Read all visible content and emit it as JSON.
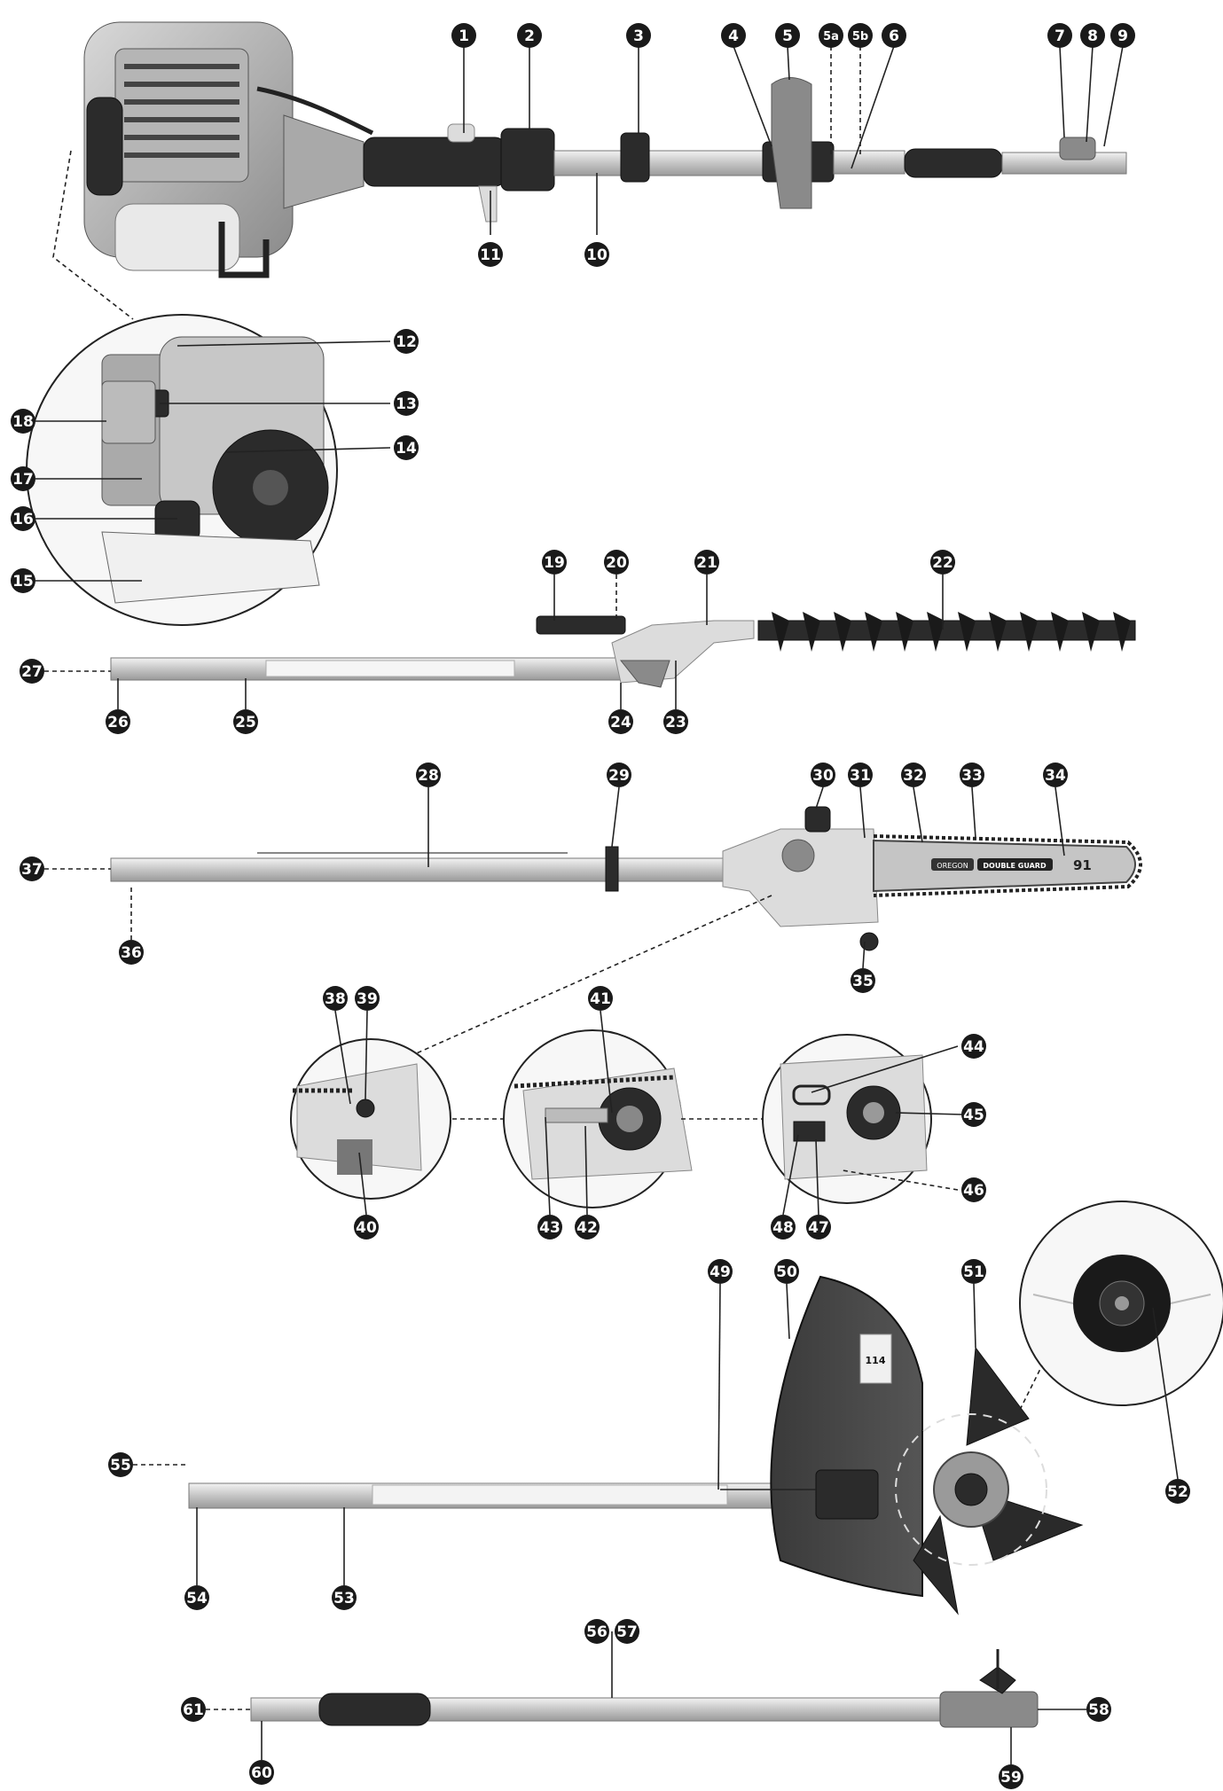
{
  "callouts": [
    {
      "id": "1"
    },
    {
      "id": "2"
    },
    {
      "id": "3"
    },
    {
      "id": "4"
    },
    {
      "id": "5"
    },
    {
      "id": "5a"
    },
    {
      "id": "5b"
    },
    {
      "id": "6"
    },
    {
      "id": "7"
    },
    {
      "id": "8"
    },
    {
      "id": "9"
    },
    {
      "id": "10"
    },
    {
      "id": "11"
    },
    {
      "id": "12"
    },
    {
      "id": "13"
    },
    {
      "id": "14"
    },
    {
      "id": "15"
    },
    {
      "id": "16"
    },
    {
      "id": "17"
    },
    {
      "id": "18"
    },
    {
      "id": "19"
    },
    {
      "id": "20"
    },
    {
      "id": "21"
    },
    {
      "id": "22"
    },
    {
      "id": "23"
    },
    {
      "id": "24"
    },
    {
      "id": "25"
    },
    {
      "id": "26"
    },
    {
      "id": "27"
    },
    {
      "id": "28"
    },
    {
      "id": "29"
    },
    {
      "id": "30"
    },
    {
      "id": "31"
    },
    {
      "id": "32"
    },
    {
      "id": "33"
    },
    {
      "id": "34"
    },
    {
      "id": "35"
    },
    {
      "id": "36"
    },
    {
      "id": "37"
    },
    {
      "id": "38"
    },
    {
      "id": "39"
    },
    {
      "id": "40"
    },
    {
      "id": "41"
    },
    {
      "id": "42"
    },
    {
      "id": "43"
    },
    {
      "id": "44"
    },
    {
      "id": "45"
    },
    {
      "id": "46"
    },
    {
      "id": "47"
    },
    {
      "id": "48"
    },
    {
      "id": "49"
    },
    {
      "id": "50"
    },
    {
      "id": "51"
    },
    {
      "id": "52"
    },
    {
      "id": "53"
    },
    {
      "id": "54"
    },
    {
      "id": "55"
    },
    {
      "id": "56"
    },
    {
      "id": "57"
    },
    {
      "id": "58"
    },
    {
      "id": "59"
    },
    {
      "id": "60"
    },
    {
      "id": "61"
    }
  ],
  "bar_labels": {
    "oregon": "OREGON",
    "double_guard": "DOUBLE GUARD",
    "model": "91"
  },
  "guard_label": "114"
}
